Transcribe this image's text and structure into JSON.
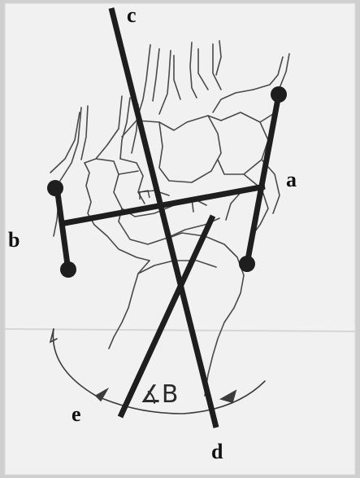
{
  "labels": {
    "a": "a",
    "b": "b",
    "c": "c",
    "d": "d",
    "e": "e"
  },
  "angle_annotation": "∡B",
  "colors": {
    "paper": "#f1f1f1",
    "sketch": "#4a4a4a",
    "marker_line": "#1e1e1e",
    "text": "#111111"
  }
}
